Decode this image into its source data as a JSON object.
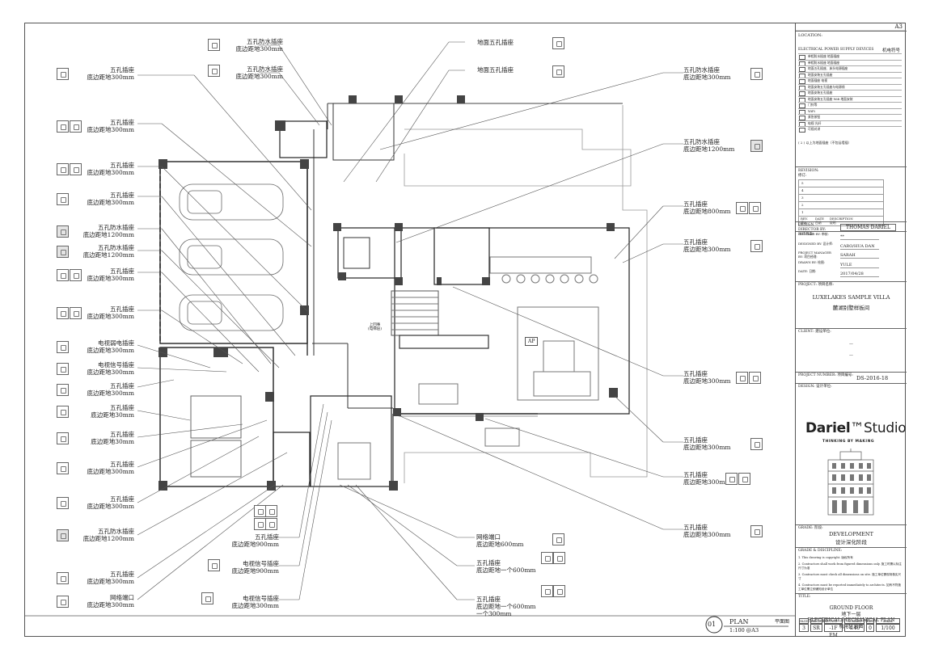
{
  "sheet": {
    "size": "A3",
    "plan_label": "PLAN",
    "plan_label_cn": "平面图",
    "plan_scale": "1:100 @A3",
    "plan_number": "01"
  },
  "title_block": {
    "location_label": "LOCATION:",
    "legend_title": "ELECTRICAL POWER SUPPLY DEVICES",
    "legend_title_cn": "机电符号",
    "legend_items": [
      "单相防水插座 地面插座",
      "单相防水插座 地面插座",
      "地面五孔插座、床头电源插座",
      "地面安装五孔插座",
      "地面插座 电视",
      "地面安装五孔插座与电源线",
      "地面安装五孔插座",
      "地面安装五孔插座 Wifi 地面安装",
      "门铃等",
      "WiFi",
      "紧急按钮",
      "电视 光纤",
      "可视对讲"
    ],
    "legend_note": "( 2 ) 以上为地面插座（不包括墙插）",
    "revision_label": "REVISION:",
    "revision_label_cn": "修订:",
    "rev_headers": [
      "REV.",
      "DATE",
      "DESCRIPTION"
    ],
    "rev_headers_cn": [
      "版本",
      "日期",
      "说明"
    ],
    "rev_numbers": [
      "5",
      "4",
      "3",
      "2",
      "1"
    ],
    "design_director_label": "DESIGN DIRECTOR BY: 设计总监:",
    "design_director": "THOMAS DARIEL",
    "checked_label": "CHECKED BY: 审核:",
    "checked": "**",
    "designed_label": "DESIGNED BY: 设计师:",
    "designed": "CARO/HUA DAN",
    "pm_label": "PROJECT MANAGER BY: 项目经理:",
    "pm": "SARAH",
    "drawn_label": "DRAWN BY: 绘图:",
    "drawn": "YULE",
    "date_label": "DATE: 日期:",
    "date": "2017/04/28",
    "project_label": "PROJECT: 项目名称:",
    "project_name": "LUXELAKES SAMPLE VILLA",
    "project_name_cn": "麓湖别墅样板间",
    "client_label": "CLIENT: 建设单位:",
    "client_dash1": "—",
    "client_dash2": "—",
    "project_number_label": "PROJECT NUMBER: 项目编号:",
    "project_number": "DS-2016-18",
    "design_label": "DESIGN: 设计单位:",
    "studio_bold": "Dariel",
    "studio_rest": "™Studio",
    "studio_tagline": "THINKING BY MAKING",
    "grade_label": "GRADE: 阶段:",
    "grade": "DEVELOPMENT",
    "grade_cn": "设计深化阶段",
    "notes_label": "GRADE & DISCIPLINE:",
    "notes": [
      "1. This drawing is copyright. 版权所有",
      "2. Contractors shall work from figured dimensions only. 施工时需以标注尺寸为准",
      "3. Contractors must check all dimensions on site. 施工单位需现场核实尺寸",
      "4. Contractors must be reported immediately to architects. 如有不符施工单位需立即通知设计单位"
    ],
    "title_label": "TITLE:",
    "title_1": "GROUND FLOOR",
    "title_1_cn": "地下一层",
    "title_2": "ELECTRICAL/MECHANICAL PLAN",
    "title_2_cn": "机电信息图",
    "footer_headers": [
      "PAGE",
      "DISCIPLINE",
      "TYPE",
      "NUMBER",
      "REV.",
      "SCALE"
    ],
    "footer_values": [
      "3",
      "SR",
      "-1F EM",
      "4.40",
      "0",
      "1/100"
    ]
  },
  "annotations_left": [
    {
      "l1": "五孔插座",
      "l2": "底边距地300mm"
    },
    {
      "l1": "五孔插座",
      "l2": "底边距地300mm"
    },
    {
      "l1": "五孔插座",
      "l2": "底边距地300mm"
    },
    {
      "l1": "五孔插座",
      "l2": "底边距地300mm"
    },
    {
      "l1": "五孔防水插座",
      "l2": "底边距地1200mm"
    },
    {
      "l1": "五孔防水插座",
      "l2": "底边距地1200mm"
    },
    {
      "l1": "五孔插座",
      "l2": "底边距地300mm"
    },
    {
      "l1": "五孔插座",
      "l2": "底边距地300mm"
    },
    {
      "l1": "电视弱电插座",
      "l2": "底边距地300mm"
    },
    {
      "l1": "电视信号插座",
      "l2": "底边距地300mm"
    },
    {
      "l1": "五孔插座",
      "l2": "底边距地300mm"
    },
    {
      "l1": "五孔插座",
      "l2": "底边距地30mm"
    },
    {
      "l1": "五孔插座",
      "l2": "底边距地30mm"
    },
    {
      "l1": "五孔插座",
      "l2": "底边距地300mm"
    },
    {
      "l1": "五孔插座",
      "l2": "底边距地300mm"
    },
    {
      "l1": "五孔防水插座",
      "l2": "底边距地1200mm"
    },
    {
      "l1": "五孔插座",
      "l2": "底边距地300mm"
    },
    {
      "l1": "网络端口",
      "l2": "底边距地300mm"
    }
  ],
  "annotations_top": [
    {
      "l1": "五孔防水插座",
      "l2": "底边距地300mm"
    },
    {
      "l1": "五孔防水插座",
      "l2": "底边距地300mm"
    },
    {
      "l1": "地面五孔插座",
      "l2": ""
    },
    {
      "l1": "地面五孔插座",
      "l2": ""
    }
  ],
  "annotations_right": [
    {
      "l1": "五孔防水插座",
      "l2": "底边距地300mm"
    },
    {
      "l1": "五孔防水插座",
      "l2": "底边距地1200mm"
    },
    {
      "l1": "五孔插座",
      "l2": "底边距地800mm"
    },
    {
      "l1": "五孔插座",
      "l2": "底边距地300mm"
    },
    {
      "l1": "五孔插座",
      "l2": "底边距地300mm"
    },
    {
      "l1": "五孔插座",
      "l2": "底边距地300mm"
    },
    {
      "l1": "五孔插座",
      "l2": "底边距地300mm"
    },
    {
      "l1": "五孔插座",
      "l2": "底边距地300mm"
    }
  ],
  "annotations_bottom": [
    {
      "l1": "五孔插座",
      "l2": "底边距地900mm"
    },
    {
      "l1": "电视信号插座",
      "l2": "底边距地900mm"
    },
    {
      "l1": "电视信号插座",
      "l2": "底边距地300mm"
    },
    {
      "l1": "网络端口",
      "l2": "底边距地600mm"
    },
    {
      "l1": "五孔插座",
      "l2": "底边距地一个600mm"
    },
    {
      "l1": "五孔插座",
      "l2": "底边距地一个600mm",
      "l3": "一个300mm"
    }
  ],
  "plan_tags": {
    "ap": "AP",
    "stair": "上回事",
    "stair2": "(电梯层)"
  }
}
